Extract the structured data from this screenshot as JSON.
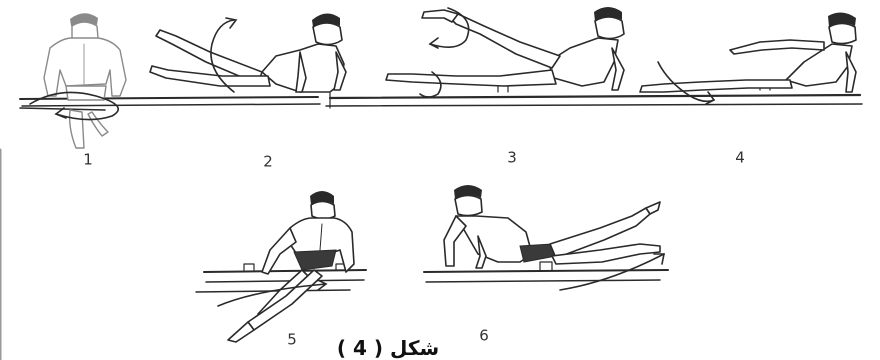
{
  "figure": {
    "caption": "شكل ( 4 )",
    "frames": [
      {
        "label": "1"
      },
      {
        "label": "2"
      },
      {
        "label": "3"
      },
      {
        "label": "4"
      },
      {
        "label": "5"
      },
      {
        "label": "6"
      }
    ]
  }
}
